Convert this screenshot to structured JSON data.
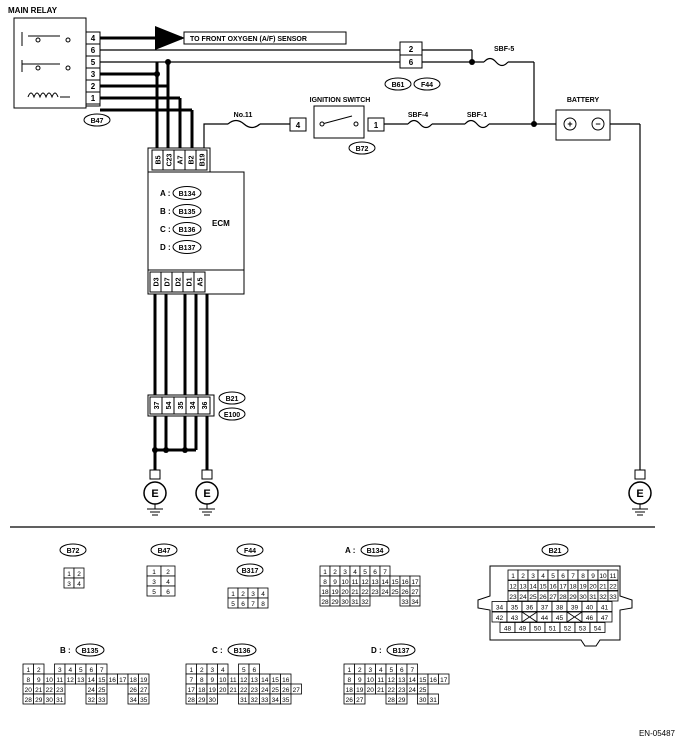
{
  "main_relay": {
    "title": "MAIN RELAY",
    "pins": [
      "4",
      "6",
      "5",
      "3",
      "2",
      "1"
    ],
    "connector": "B47"
  },
  "front_o2_label": "TO FRONT OXYGEN (A/F) SENSOR",
  "mid_connector": {
    "pins": [
      "2",
      "6"
    ],
    "codes": [
      "B61",
      "F44"
    ]
  },
  "fuses": {
    "sbf5": "SBF-5",
    "sbf4": "SBF-4",
    "sbf1": "SBF-1",
    "no11": "No.11"
  },
  "battery": {
    "label": "BATTERY",
    "plus": "+",
    "minus": "−"
  },
  "ignition": {
    "label": "IGNITION SWITCH",
    "pin_left": "4",
    "pin_right": "1",
    "connector": "B72"
  },
  "ecm": {
    "label": "ECM",
    "top_pins": [
      "B5",
      "C23",
      "A7",
      "B2",
      "B19"
    ],
    "connectors": [
      {
        "letter": "A :",
        "code": "B134"
      },
      {
        "letter": "B :",
        "code": "B135"
      },
      {
        "letter": "C :",
        "code": "B136"
      },
      {
        "letter": "D :",
        "code": "B137"
      }
    ],
    "bottom_pins": [
      "D3",
      "D7",
      "D2",
      "D1",
      "A5"
    ]
  },
  "ground_connector": {
    "pins": [
      "37",
      "54",
      "35",
      "34",
      "36"
    ],
    "codes": [
      "B21",
      "E100"
    ]
  },
  "ground_symbol": "E",
  "connector_views": {
    "b72": {
      "title": "B72",
      "cells": [
        "1",
        "2",
        "3",
        "4"
      ]
    },
    "b47": {
      "title": "B47",
      "cells": [
        "1",
        "2",
        "3",
        "4",
        "5",
        "6"
      ]
    },
    "f44": {
      "title": "F44",
      "title2": "B317",
      "cells": [
        "1",
        "2",
        "3",
        "4",
        "5",
        "6",
        "7",
        "8"
      ]
    },
    "b134": {
      "prefix": "A :",
      "title": "B134"
    },
    "b21": {
      "title": "B21"
    },
    "b135": {
      "prefix": "B :",
      "title": "B135"
    },
    "b136": {
      "prefix": "C :",
      "title": "B136"
    },
    "b137": {
      "prefix": "D :",
      "title": "B137"
    }
  },
  "grids": {
    "b134": [
      [
        "1",
        "2",
        "3",
        "4",
        "5",
        "6",
        "7"
      ],
      [
        "8",
        "9",
        "10",
        "11",
        "12",
        "13",
        "14",
        "15",
        "16",
        "17"
      ],
      [
        "18",
        "19",
        "20",
        "21",
        "22",
        "23",
        "24",
        "25",
        "26",
        "27"
      ],
      [
        "28",
        "29",
        "30",
        "31",
        "32",
        "",
        "",
        "",
        "33",
        "34"
      ]
    ],
    "b135": [
      [
        "1",
        "2",
        "",
        "3",
        "4",
        "5",
        "6",
        "7"
      ],
      [
        "8",
        "9",
        "10",
        "11",
        "12",
        "13",
        "14",
        "15",
        "16",
        "17",
        "18",
        "19"
      ],
      [
        "20",
        "21",
        "22",
        "23",
        "",
        "",
        "24",
        "25",
        "",
        "",
        "26",
        "27"
      ],
      [
        "28",
        "29",
        "30",
        "31",
        "",
        "",
        "32",
        "33",
        "",
        "",
        "34",
        "35"
      ]
    ],
    "b136": [
      [
        "1",
        "2",
        "3",
        "4",
        "",
        "5",
        "6"
      ],
      [
        "7",
        "8",
        "9",
        "10",
        "11",
        "12",
        "13",
        "14",
        "15",
        "16"
      ],
      [
        "17",
        "18",
        "19",
        "20",
        "21",
        "22",
        "23",
        "24",
        "25",
        "26",
        "27"
      ],
      [
        "28",
        "29",
        "30",
        "",
        "",
        "31",
        "32",
        "33",
        "34",
        "35"
      ]
    ],
    "b137": [
      [
        "1",
        "2",
        "3",
        "4",
        "5",
        "6",
        "7"
      ],
      [
        "8",
        "9",
        "10",
        "11",
        "12",
        "13",
        "14",
        "15",
        "16",
        "17"
      ],
      [
        "18",
        "19",
        "20",
        "21",
        "22",
        "23",
        "24",
        "25"
      ],
      [
        "26",
        "27",
        "",
        "",
        "28",
        "29",
        "",
        "30",
        "31"
      ]
    ],
    "b21": [
      [
        "1",
        "2",
        "3",
        "4",
        "5",
        "6",
        "7",
        "8",
        "9",
        "10",
        "11"
      ],
      [
        "12",
        "13",
        "14",
        "15",
        "16",
        "17",
        "18",
        "19",
        "20",
        "21",
        "22"
      ],
      [
        "23",
        "24",
        "25",
        "26",
        "27",
        "28",
        "29",
        "30",
        "31",
        "32",
        "33"
      ],
      [
        "34",
        "35",
        "36",
        "37",
        "38",
        "39",
        "40",
        "41"
      ],
      [
        "42",
        "43",
        "",
        "44",
        "45",
        "",
        "46",
        "47"
      ],
      [
        "48",
        "49",
        "50",
        "51",
        "52",
        "53",
        "54"
      ]
    ]
  },
  "figure_code": "EN-05487"
}
